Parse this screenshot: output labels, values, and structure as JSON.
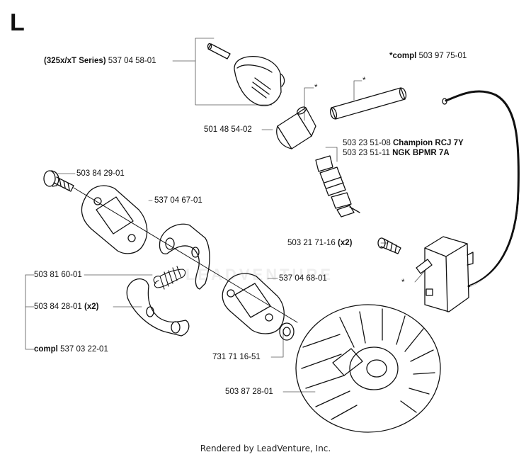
{
  "page": {
    "section_letter": "L",
    "footer": "Rendered by LeadVenture, Inc."
  },
  "watermark": "LEADVENTURE",
  "labels": {
    "p1": {
      "bold": "(325x/xT Series)",
      "text": " 537 04 58-01"
    },
    "p2": {
      "bold": "*compl",
      "text": " 503 97 75-01"
    },
    "p3": {
      "bold": "",
      "text": "501 48 54-02"
    },
    "p4": {
      "bold": "Champion RCJ 7Y",
      "text": "503 23 51-08 "
    },
    "p5": {
      "bold": "NGK BPMR 7A",
      "text": "503 23 51-11 "
    },
    "p6": {
      "bold": "",
      "text": "503 84 29-01"
    },
    "p7": {
      "bold": "",
      "text": "537 04 67-01"
    },
    "p8": {
      "bold": "(x2)",
      "text": "503 21 71-16 "
    },
    "p9": {
      "bold": "",
      "text": "503 81 60-01"
    },
    "p10": {
      "bold": "",
      "text": "537 04 68-01"
    },
    "p11": {
      "bold": "(x2)",
      "text": "503 84 28-01 "
    },
    "p12": {
      "bold": "compl",
      "text": " 537 03 22-01"
    },
    "p13": {
      "bold": "",
      "text": "731 71 16-51"
    },
    "p14": {
      "bold": "",
      "text": "503 87 28-01"
    },
    "star": "*"
  }
}
